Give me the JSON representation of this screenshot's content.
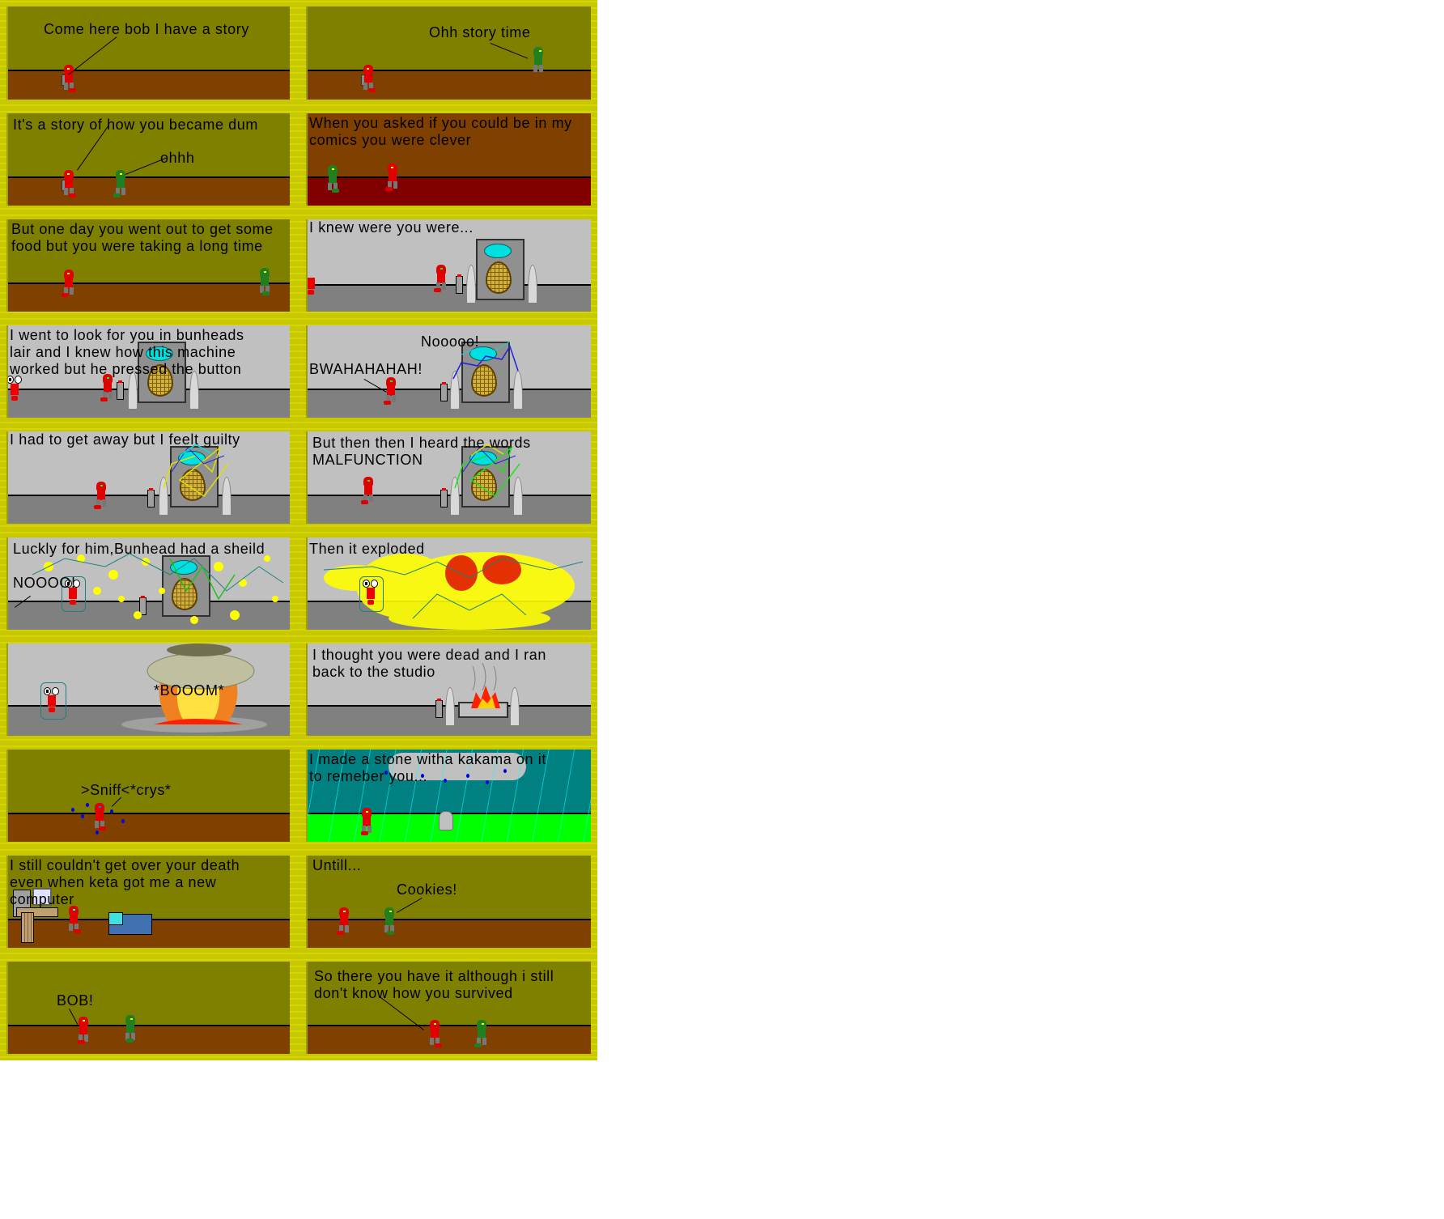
{
  "colors": {
    "border_yellow": "#c8c800",
    "olive_sky": "#808000",
    "brown_floor": "#804000",
    "dark_red_floor": "#800000",
    "lab_wall": "#c0c0c0",
    "lab_floor": "#808080",
    "rain_sky": "#008080",
    "grass": "#00ff00"
  },
  "panels": [
    {
      "id": 1,
      "caption": "Come here bob I have a story",
      "scene": "olive-brown"
    },
    {
      "id": 2,
      "caption": "Ohh story time",
      "scene": "olive-brown"
    },
    {
      "id": 3,
      "caption": "It's a story of how you became dum",
      "caption2": "ohhh",
      "scene": "olive-brown"
    },
    {
      "id": 4,
      "caption": "When you asked if you could be in my\ncomics you were clever",
      "scene": "brown-darkred"
    },
    {
      "id": 5,
      "caption": "But one day you went out to get some\nfood but you were taking a long time",
      "scene": "olive-brown"
    },
    {
      "id": 6,
      "caption": "I knew were you were...",
      "scene": "lab"
    },
    {
      "id": 7,
      "caption": "I went to look for you in bunheads\nlair and I knew how this machine\nworked but he pressed the button",
      "scene": "lab"
    },
    {
      "id": 8,
      "caption": "BWAHAHAHAH!",
      "caption2": "Nooooo!",
      "scene": "lab"
    },
    {
      "id": 9,
      "caption": "I had to get away but I feelt guilty",
      "scene": "lab"
    },
    {
      "id": 10,
      "caption": "But then then I heard the words\nMALFUNCTION",
      "scene": "lab"
    },
    {
      "id": 11,
      "caption": "Luckly for him,Bunhead had a sheild",
      "caption2": "NOOOO!",
      "scene": "lab"
    },
    {
      "id": 12,
      "caption": "Then it exploded",
      "scene": "lab"
    },
    {
      "id": 13,
      "caption": "*BOOOM*",
      "scene": "lab"
    },
    {
      "id": 14,
      "caption": "I thought you were dead and I ran\nback to the studio",
      "scene": "lab"
    },
    {
      "id": 15,
      "caption": ">Sniff<*crys*",
      "scene": "olive-brown"
    },
    {
      "id": 16,
      "caption": "I made a stone witha kakama on it\nto remeber you...",
      "scene": "rain"
    },
    {
      "id": 17,
      "caption": "I still couldn't get over your death\neven when keta got me a new\ncomputer",
      "scene": "olive-brown"
    },
    {
      "id": 18,
      "caption": "Untill...",
      "caption2": "Cookies!",
      "scene": "olive-brown"
    },
    {
      "id": 19,
      "caption": "BOB!",
      "scene": "olive-brown"
    },
    {
      "id": 20,
      "caption": "So there you have it although i still\ndon't know how you survived",
      "scene": "olive-brown"
    }
  ]
}
